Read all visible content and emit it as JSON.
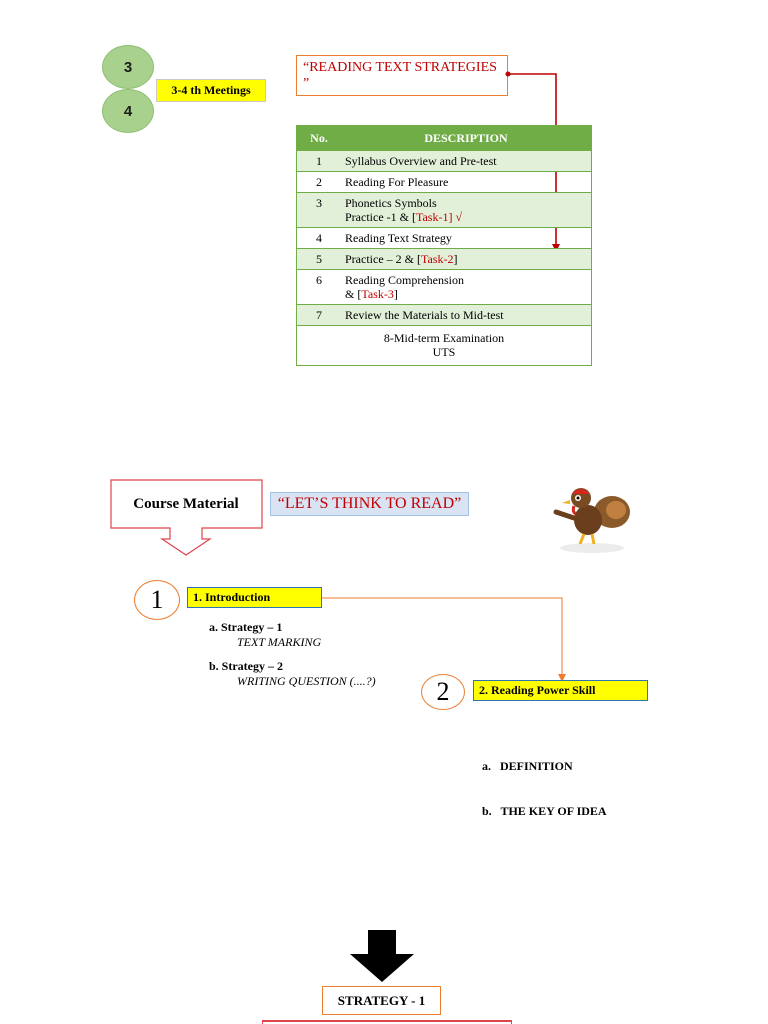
{
  "meetings": {
    "num1": "3",
    "num2": "4",
    "label": "3-4 th Meetings"
  },
  "callout": "“READING TEXT STRATEGIES ”",
  "table": {
    "headers": [
      "No.",
      "DESCRIPTION"
    ],
    "rows": [
      {
        "no": "1",
        "line1": "Syllabus Overview and Pre-test"
      },
      {
        "no": "2",
        "line1": "Reading For Pleasure"
      },
      {
        "no": "3",
        "line1": "Phonetics Symbols",
        "line2_pre": "Practice -1 & [",
        "line2_task": "Task-1",
        "line2_post": "] √"
      },
      {
        "no": "4",
        "line1": "Reading Text Strategy"
      },
      {
        "no": "5",
        "line1_pre": "Practice – 2 & [",
        "line1_task": "Task-2",
        "line1_post": "]"
      },
      {
        "no": "6",
        "line1": "Reading Comprehension",
        "line2_pre": "& [",
        "line2_task": "Task-3",
        "line2_post": "]"
      },
      {
        "no": "7",
        "line1": "Review the Materials to Mid-test"
      }
    ],
    "footer_line1": "8-Mid-term Examination",
    "footer_line2": "UTS"
  },
  "course": {
    "label": "Course Material",
    "title": "“LET’S THINK TO READ”",
    "mascot_icon": "turkey-mascot-icon"
  },
  "section1": {
    "num": "1",
    "label": "1. Introduction",
    "items": [
      {
        "head": "a. Strategy – 1",
        "sub": "TEXT MARKING"
      },
      {
        "head": "b. Strategy – 2",
        "sub": "WRITING QUESTION (....?)"
      }
    ]
  },
  "section2": {
    "num": "2",
    "label": "2. Reading Power Skill",
    "items": [
      "a.   DEFINITION",
      "b.   THE KEY OF IDEA"
    ]
  },
  "bottom": {
    "strategy_label": "STRATEGY - 1"
  },
  "colors": {
    "green": "#70ad47",
    "yellow": "#ffff00",
    "orange": "#ed7d31",
    "red": "#c00000"
  }
}
